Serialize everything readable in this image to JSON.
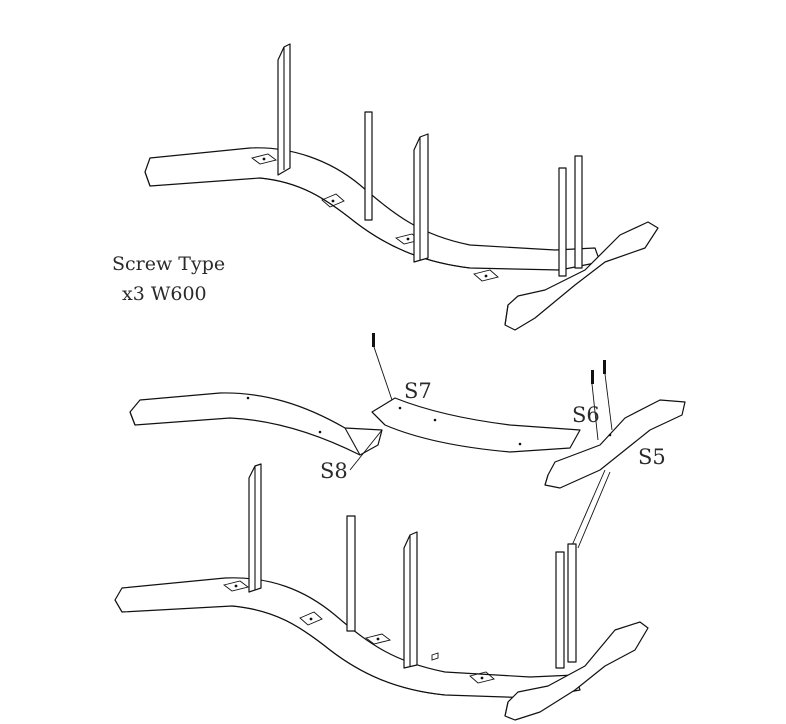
{
  "note": {
    "line1": "Screw Type",
    "line2": "x3 W600"
  },
  "parts": {
    "s5": "S5",
    "s6": "S6",
    "s7": "S7",
    "s8": "S8"
  },
  "colors": {
    "line": "#111111",
    "text": "#2a2a2a",
    "background": "#ffffff"
  },
  "icons": [
    "screw-icon"
  ]
}
